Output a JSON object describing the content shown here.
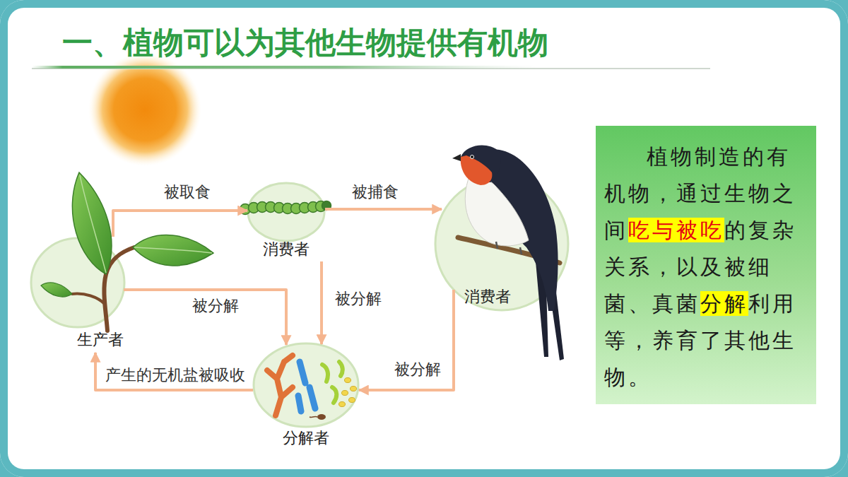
{
  "diagram": {
    "title": "一、植物可以为其他生物提供有机物",
    "nodes": [
      {
        "text": [
          "生产者"
        ]
      },
      {
        "text": [
          "消费者"
        ]
      },
      {
        "text": [
          "消费者"
        ]
      },
      {
        "text": [
          "分解者"
        ]
      },
      {
        "text": [
          "植物制造的有机物，通过生物之间",
          "吃与被吃",
          "的复杂关系，以及被细菌、真菌",
          "分解",
          "利用等，养育了其他生物。"
        ]
      }
    ],
    "edges": [
      {
        "from": 0,
        "to": 1,
        "label": "被取食",
        "arrow": "to"
      },
      {
        "from": 1,
        "to": 2,
        "label": "被捕食",
        "arrow": "to"
      },
      {
        "from": 0,
        "to": 3,
        "label": "被分解",
        "arrow": "to"
      },
      {
        "from": 1,
        "to": 3,
        "label": "被分解",
        "arrow": "to"
      },
      {
        "from": 2,
        "to": 3,
        "label": "被分解",
        "arrow": "to"
      },
      {
        "from": 3,
        "to": 0,
        "label": "产生的无机盐被吸收",
        "arrow": "to"
      }
    ]
  }
}
